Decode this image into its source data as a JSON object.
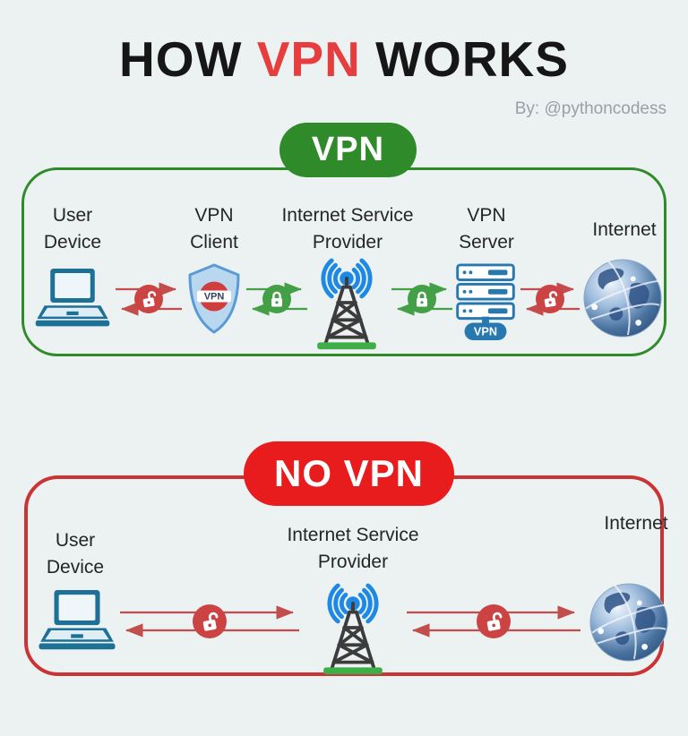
{
  "page": {
    "title_part1": "HOW ",
    "title_highlight": "VPN",
    "title_part2": " WORKS",
    "byline": "By: @pythoncodess",
    "background_color": "#ecf1f1",
    "title_color": "#161616",
    "title_highlight_color": "#e63e3e"
  },
  "vpn_panel": {
    "badge_label": "VPN",
    "accent_color": "#2f8b2a",
    "nodes": [
      {
        "id": "user-device",
        "label_line1": "User",
        "label_line2": "Device",
        "icon": "laptop-icon"
      },
      {
        "id": "vpn-client",
        "label_line1": "VPN",
        "label_line2": "Client",
        "icon": "shield-vpn-icon",
        "shield_text": "VPN"
      },
      {
        "id": "isp",
        "label_line1": "Internet Service",
        "label_line2": "Provider",
        "icon": "cell-tower-icon"
      },
      {
        "id": "vpn-server",
        "label_line1": "VPN",
        "label_line2": "Server",
        "icon": "server-icon",
        "server_badge": "VPN"
      },
      {
        "id": "internet",
        "label_line1": "Internet",
        "icon": "globe-icon"
      }
    ],
    "links": [
      {
        "from": "User Device",
        "to": "VPN Client",
        "state": "unencrypted",
        "lock_icon": "open-padlock-icon",
        "lock_color": "#cc4343",
        "arrow_color": "#c34c4c"
      },
      {
        "from": "VPN Client",
        "to": "Internet Service Provider",
        "state": "encrypted",
        "lock_icon": "closed-padlock-icon",
        "lock_color": "#43a047",
        "arrow_color": "#43a047"
      },
      {
        "from": "Internet Service Provider",
        "to": "VPN Server",
        "state": "encrypted",
        "lock_icon": "closed-padlock-icon",
        "lock_color": "#43a047",
        "arrow_color": "#43a047"
      },
      {
        "from": "VPN Server",
        "to": "Internet",
        "state": "unencrypted",
        "lock_icon": "open-padlock-icon",
        "lock_color": "#cc4343",
        "arrow_color": "#c34c4c"
      }
    ]
  },
  "no_vpn_panel": {
    "badge_label": "NO VPN",
    "accent_color": "#c93434",
    "badge_color": "#e81c1c",
    "nodes": [
      {
        "id": "user-device",
        "label_line1": "User",
        "label_line2": "Device",
        "icon": "laptop-icon"
      },
      {
        "id": "isp",
        "label_line1": "Internet Service",
        "label_line2": "Provider",
        "icon": "cell-tower-icon"
      },
      {
        "id": "internet",
        "label_line1": "Internet",
        "icon": "globe-icon"
      }
    ],
    "links": [
      {
        "from": "User Device",
        "to": "Internet Service Provider",
        "state": "unencrypted",
        "lock_icon": "open-padlock-icon",
        "lock_color": "#cc4343",
        "arrow_color": "#c34c4c"
      },
      {
        "from": "Internet Service Provider",
        "to": "Internet",
        "state": "unencrypted",
        "lock_icon": "open-padlock-icon",
        "lock_color": "#cc4343",
        "arrow_color": "#c34c4c"
      }
    ]
  }
}
